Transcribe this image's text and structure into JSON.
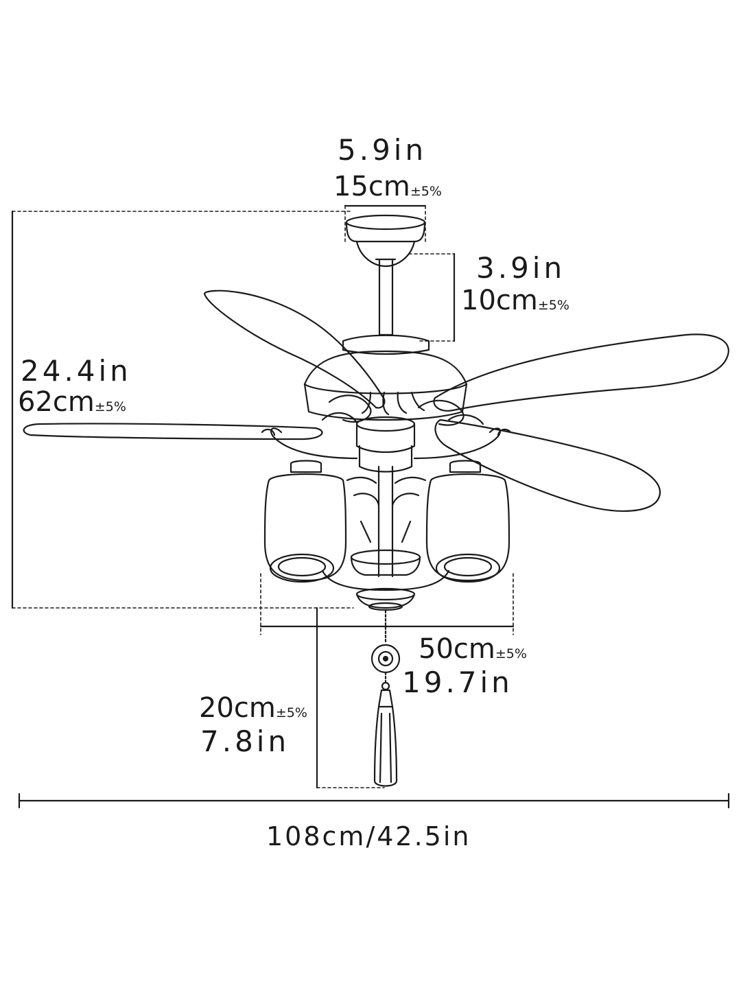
{
  "dimensions": {
    "canopy_width": {
      "in": "5.9in",
      "cm": "15cm",
      "tol": "±5%"
    },
    "downrod_length": {
      "in": "3.9in",
      "cm": "10cm",
      "tol": "±5%"
    },
    "overall_height": {
      "in": "24.4in",
      "cm": "62cm",
      "tol": "±5%"
    },
    "light_kit_width": {
      "cm": "50cm",
      "tol": "±5%",
      "in": "19.7in"
    },
    "pull_chain_length": {
      "cm": "20cm",
      "tol": "±5%",
      "in": "7.8in"
    },
    "blade_span": {
      "label": "108cm/42.5in"
    }
  },
  "icons": [
    "ceiling-fan-illustration",
    "dimension-line"
  ],
  "colors": {
    "line": "#1a1a1a",
    "background": "#ffffff"
  }
}
